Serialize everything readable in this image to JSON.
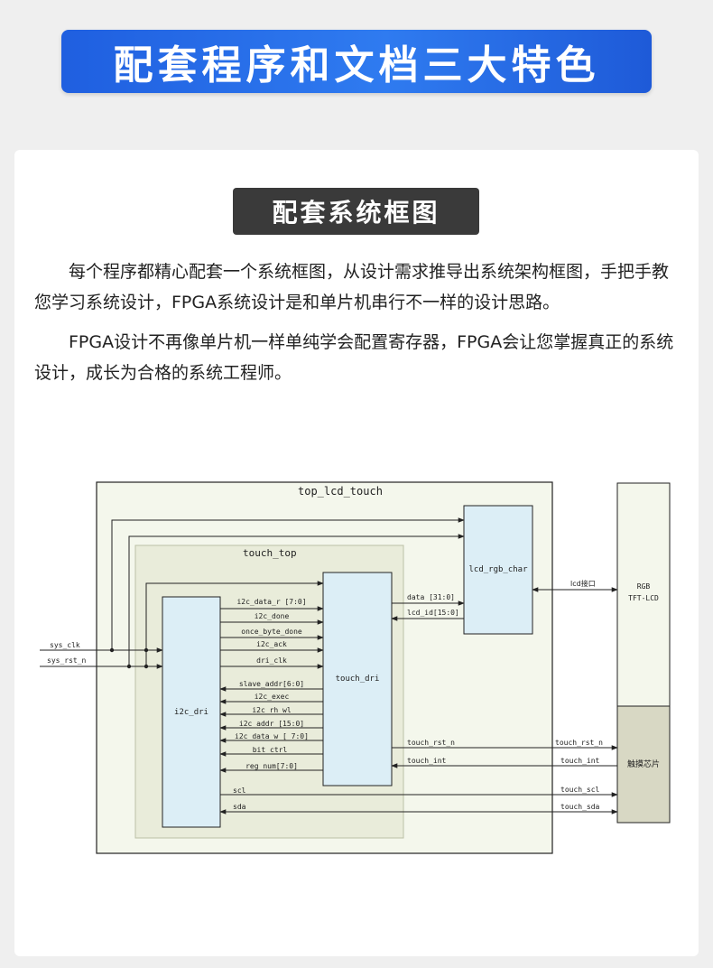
{
  "banner": {
    "title": "配套程序和文档三大特色"
  },
  "section": {
    "title": "配套系统框图",
    "paragraph1": "每个程序都精心配套一个系统框图，从设计需求推导出系统架构框图，手把手教您学习系统设计，FPGA系统设计是和单片机串行不一样的设计思路。",
    "paragraph2": "FPGA设计不再像单片机一样单纯学会配置寄存器，FPGA会让您掌握真正的系统设计，成长为合格的系统工程师。"
  },
  "diagram": {
    "colors": {
      "outer_fill": "#f4f7ec",
      "inner_fill": "#e9ecda",
      "module_fill": "#dceef6",
      "chip_fill": "#d8d8c4",
      "line": "#222222"
    },
    "top_module": "top_lcd_touch",
    "inner_module": "touch_top",
    "blocks": {
      "i2c_dri": "i2c_dri",
      "touch_dri": "touch_dri",
      "lcd_rgb_char": "lcd_rgb_char",
      "lcd_panel_line1": "RGB",
      "lcd_panel_line2": "TFT-LCD",
      "touch_chip": "触摸芯片"
    },
    "inputs": {
      "clk": "sys_clk",
      "rst": "sys_rst_n"
    },
    "i2c_signals": [
      "i2c_data_r [7:0]",
      "i2c_done",
      "once_byte_done",
      "i2c_ack",
      "dri_clk",
      "slave_addr[6:0]",
      "i2c_exec",
      "i2c_rh_wl",
      "i2c_addr [15:0]",
      "i2c_data_w [ 7:0]",
      "bit_ctrl",
      "reg_num[7:0]"
    ],
    "lcd_signals": {
      "data": "data [31:0]",
      "lcd_id": "lcd_id[15:0]",
      "lcd_port": "lcd接口"
    },
    "touch_signals": {
      "rst_inner": "touch_rst_n",
      "int_inner": "touch_int",
      "rst_outer": "touch_rst_n",
      "int_outer": "touch_int",
      "scl_inner": "scl",
      "sda_inner": "sda",
      "scl_outer": "touch_scl",
      "sda_outer": "touch_sda"
    }
  }
}
